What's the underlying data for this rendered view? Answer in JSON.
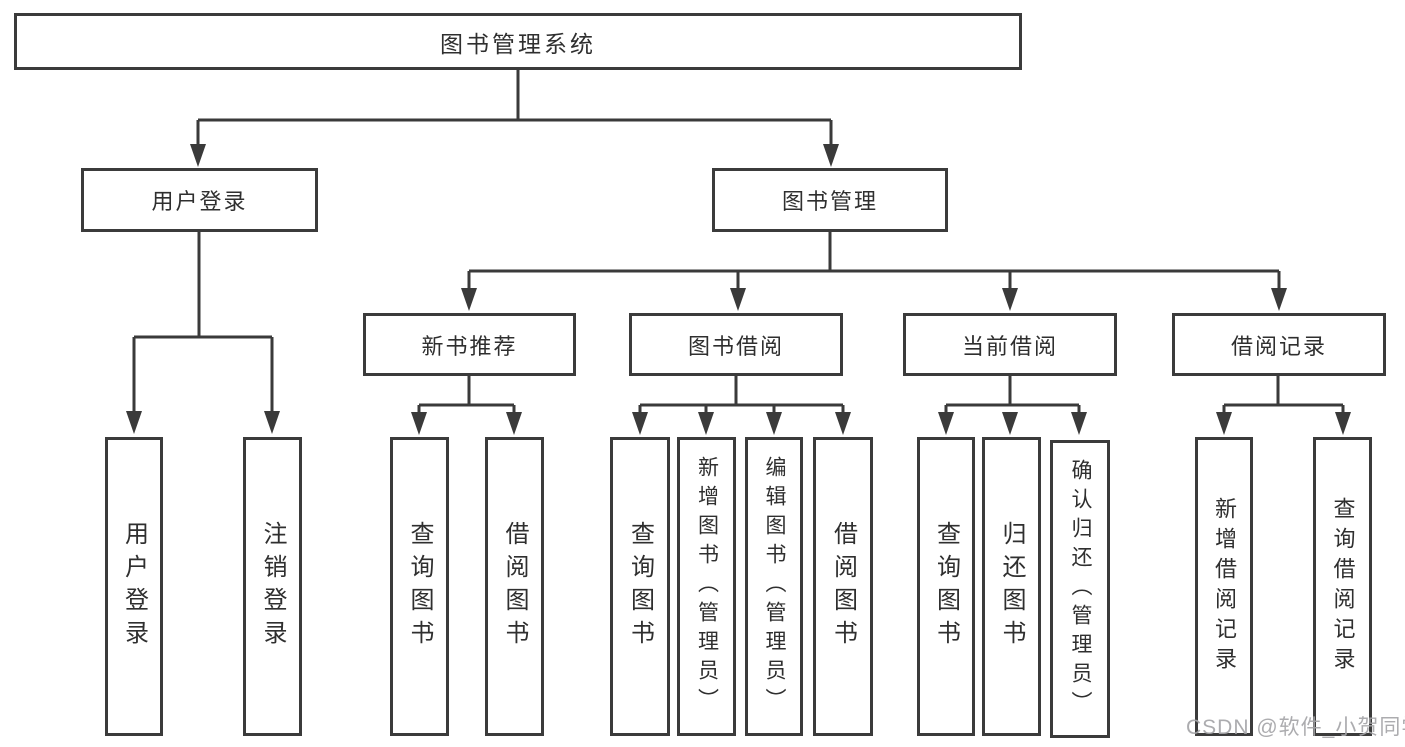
{
  "diagram": {
    "root_label": "图书管理系统",
    "level2": [
      {
        "label": "用户登录"
      },
      {
        "label": "图书管理"
      }
    ],
    "level3": [
      {
        "label": "新书推荐"
      },
      {
        "label": "图书借阅"
      },
      {
        "label": "当前借阅"
      },
      {
        "label": "借阅记录"
      }
    ],
    "leaves": {
      "user_login": [
        "用户登录",
        "注销登录"
      ],
      "new_books": [
        "查询图书",
        "借阅图书"
      ],
      "book_borrowing": [
        "查询图书",
        "新增图书（管理员）",
        "编辑图书（管理员）",
        "借阅图书"
      ],
      "current_borrowing": [
        "查询图书",
        "归还图书",
        "确认归还（管理员）"
      ],
      "borrowing_records": [
        "新增借阅记录",
        "查询借阅记录"
      ]
    }
  },
  "watermark": {
    "text": "CSDN @软件_小贺同学"
  },
  "colors": {
    "line": "#3a3a3a",
    "border": "#3b3b3b",
    "text": "#2f2f2f",
    "watermark": "#a5a5a8",
    "background": "#ffffff"
  }
}
